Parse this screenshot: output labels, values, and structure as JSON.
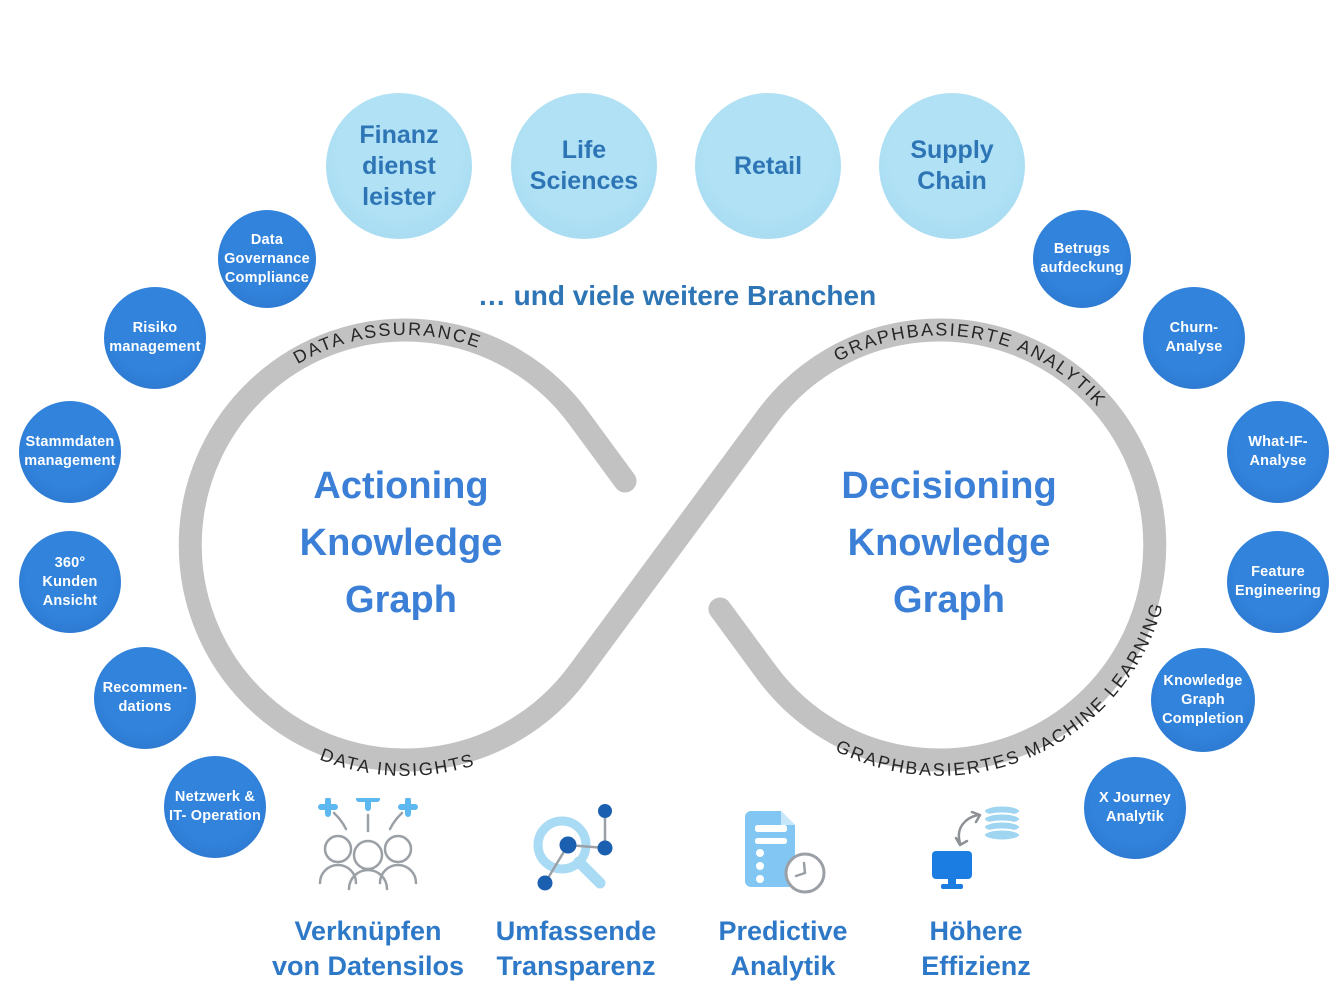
{
  "industries": [
    {
      "label": "Finanz\ndienst\nleister"
    },
    {
      "label": "Life\nSciences"
    },
    {
      "label": "Retail"
    },
    {
      "label": "Supply\nChain"
    }
  ],
  "more_industries_note": "… und viele weitere Branchen",
  "left_loop": {
    "title": "Actioning\nKnowledge\nGraph",
    "top_band_label": "DATA ASSURANCE",
    "bottom_band_label": "DATA INSIGHTS",
    "use_cases": [
      "Data\nGovernance\nCompliance",
      "Risiko\nmanagement",
      "Stammdaten\nmanagement",
      "360°\nKunden\nAnsicht",
      "Recommen-\ndations",
      "Netzwerk &\nIT- Operation"
    ]
  },
  "right_loop": {
    "title": "Decisioning\nKnowledge\nGraph",
    "top_band_label": "GRAPHBASIERTE ANALYTIK",
    "bottom_band_label": "GRAPHBASIERTES MACHINE LEARNING",
    "use_cases": [
      "Betrugs\naufdeckung",
      "Churn-\nAnalyse",
      "What-IF-\nAnalyse",
      "Feature\nEngineering",
      "Knowledge\nGraph\nCompletion",
      "X Journey\nAnalytik"
    ]
  },
  "benefits": [
    {
      "icon": "people-connect-icon",
      "label": "Verknüpfen\nvon Datensilos"
    },
    {
      "icon": "magnifier-network-icon",
      "label": "Umfassende\nTransparenz"
    },
    {
      "icon": "document-clock-icon",
      "label": "Predictive\nAnalytik"
    },
    {
      "icon": "database-monitor-icon",
      "label": "Höhere\nEffizienz"
    }
  ],
  "colors": {
    "industry_circle": "#a9ddf1",
    "usecase_circle": "#2e7cd6",
    "title_blue": "#3b7fd6",
    "label_blue": "#2e78c8",
    "band_gray": "#c2c2c2",
    "band_text": "#262626"
  }
}
